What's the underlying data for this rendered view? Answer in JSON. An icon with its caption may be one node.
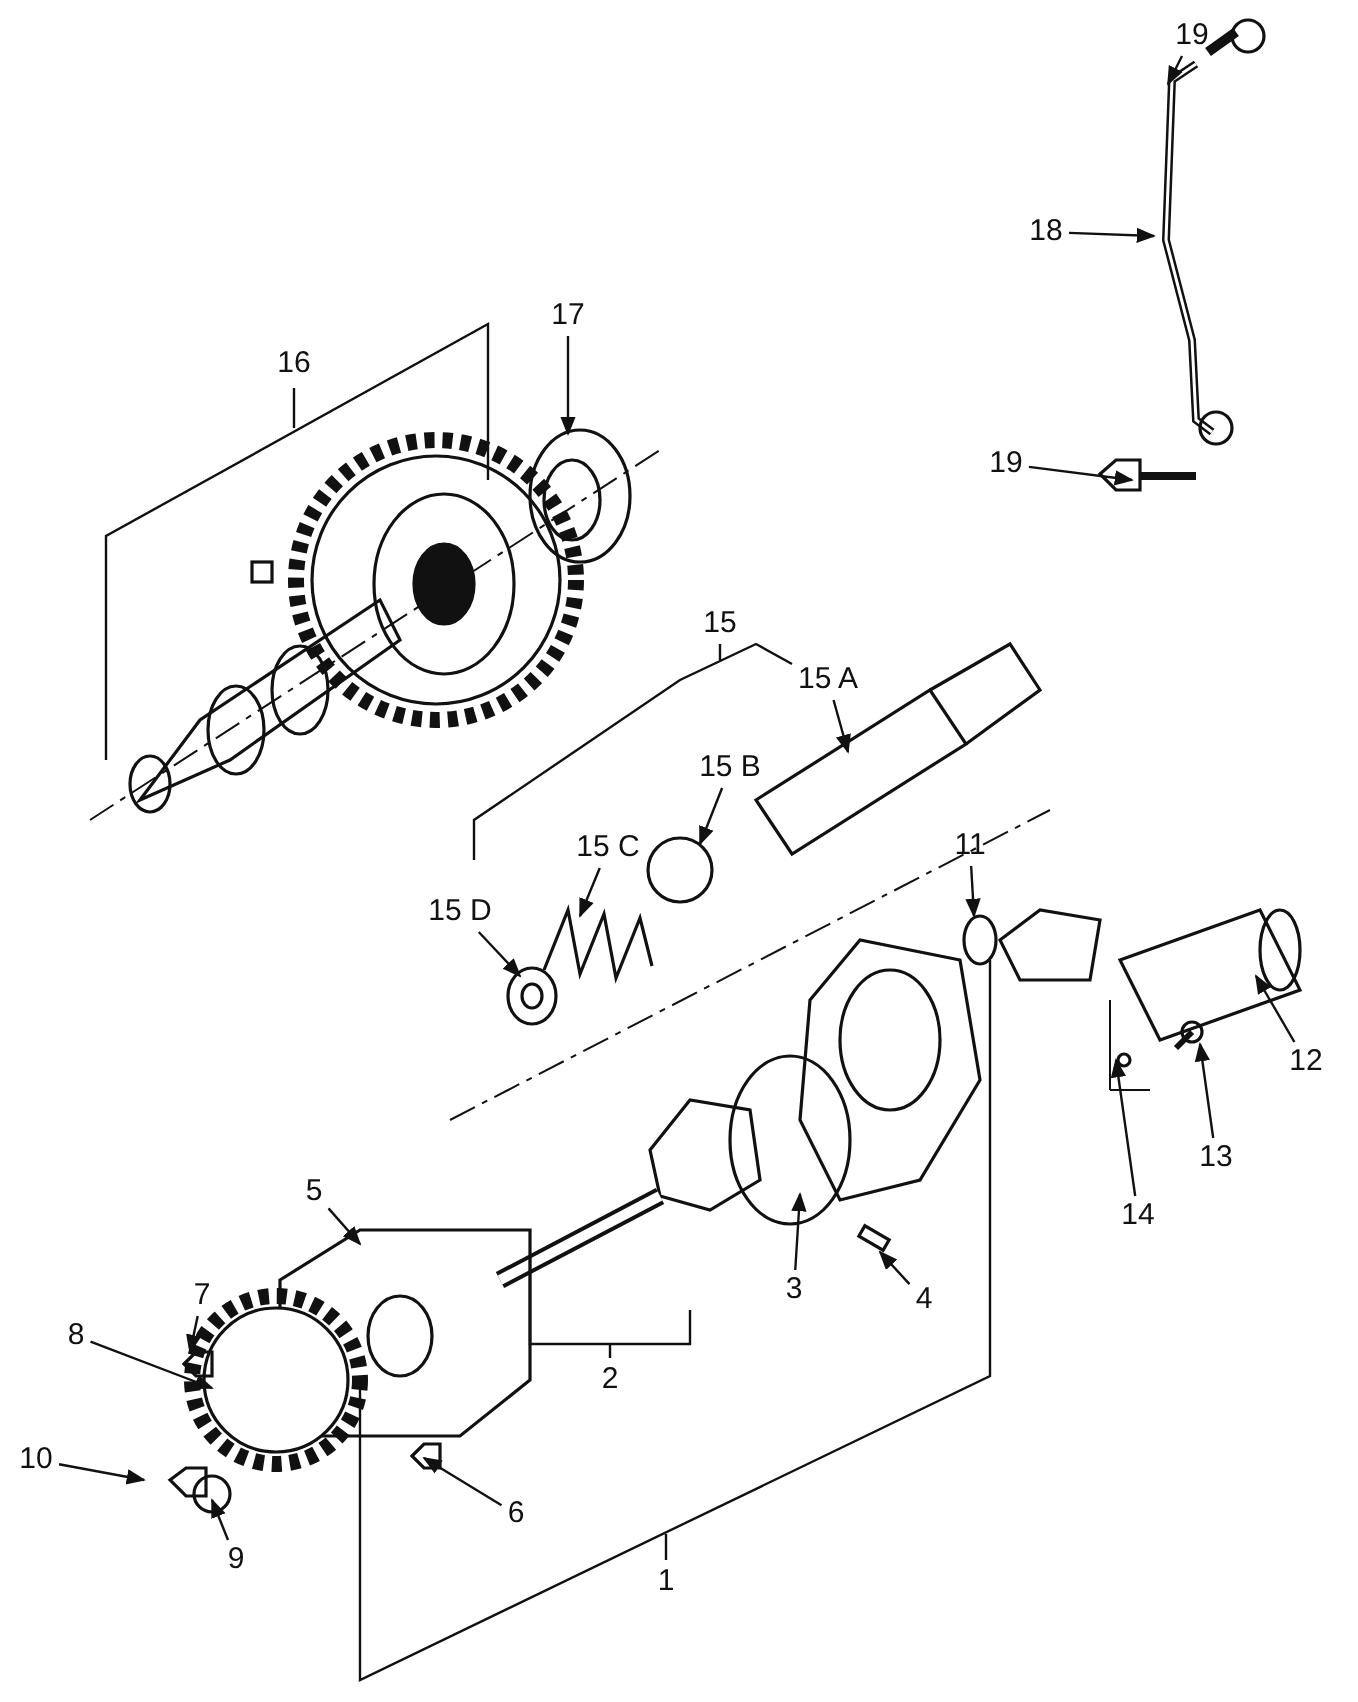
{
  "diagram": {
    "nodes": [
      {
        "text": [
          "19"
        ]
      },
      {
        "text": [
          "18"
        ]
      },
      {
        "text": [
          "19"
        ]
      },
      {
        "text": [
          "17"
        ]
      },
      {
        "text": [
          "15 A"
        ]
      },
      {
        "text": [
          "15 B"
        ]
      },
      {
        "text": [
          "15 C"
        ]
      },
      {
        "text": [
          "15 D"
        ]
      },
      {
        "text": [
          "11"
        ]
      },
      {
        "text": [
          "12"
        ]
      },
      {
        "text": [
          "13"
        ]
      },
      {
        "text": [
          "14"
        ]
      },
      {
        "text": [
          "5"
        ]
      },
      {
        "text": [
          "7"
        ]
      },
      {
        "text": [
          "8"
        ]
      },
      {
        "text": [
          "10"
        ]
      },
      {
        "text": [
          "9"
        ]
      },
      {
        "text": [
          "6"
        ]
      },
      {
        "text": [
          "3"
        ]
      },
      {
        "text": [
          "4"
        ]
      }
    ],
    "edges": [
      {
        "from": 0,
        "to": null,
        "arrow": "to"
      },
      {
        "from": 1,
        "to": null,
        "arrow": "to"
      },
      {
        "from": 2,
        "to": null,
        "arrow": "to"
      },
      {
        "from": 3,
        "to": null,
        "arrow": "to"
      },
      {
        "from": 4,
        "to": null,
        "arrow": "to"
      },
      {
        "from": 5,
        "to": null,
        "arrow": "to"
      },
      {
        "from": 6,
        "to": null,
        "arrow": "to"
      },
      {
        "from": 7,
        "to": null,
        "arrow": "to"
      },
      {
        "from": 8,
        "to": null,
        "arrow": "to"
      },
      {
        "from": 9,
        "to": null,
        "arrow": "to"
      },
      {
        "from": 10,
        "to": null,
        "arrow": "to"
      },
      {
        "from": 11,
        "to": null,
        "arrow": "to"
      },
      {
        "from": 12,
        "to": null,
        "arrow": "to"
      },
      {
        "from": 13,
        "to": null,
        "arrow": "to"
      },
      {
        "from": 14,
        "to": null,
        "arrow": "to"
      },
      {
        "from": 15,
        "to": null,
        "arrow": "to"
      },
      {
        "from": 16,
        "to": null,
        "arrow": "to"
      },
      {
        "from": 17,
        "to": null,
        "arrow": "to"
      },
      {
        "from": 18,
        "to": null,
        "arrow": "to"
      },
      {
        "from": 19,
        "to": null,
        "arrow": "to"
      }
    ],
    "labels": [
      "16",
      "15",
      "2",
      "1"
    ]
  }
}
